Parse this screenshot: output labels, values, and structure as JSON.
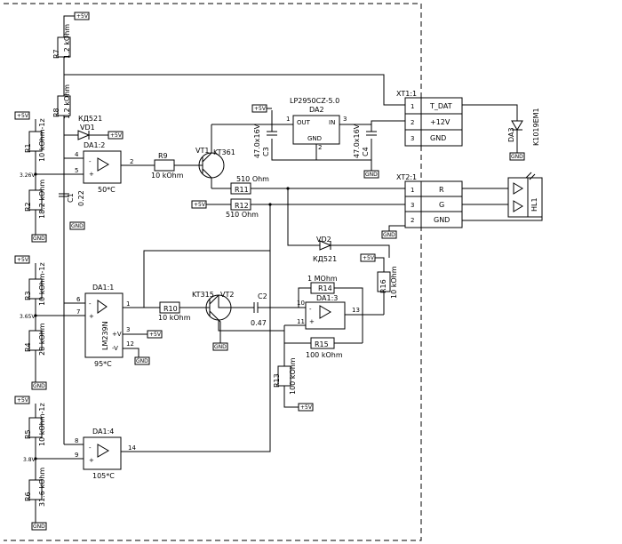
{
  "rails": {
    "p5v": "+5V",
    "gnd": "GND"
  },
  "resistors": {
    "r7": {
      "ref": "R7",
      "val": "1.2 kOhm"
    },
    "r8": {
      "ref": "R8",
      "val": "1.2 kOhm"
    },
    "r1": {
      "ref": "R1",
      "val": "10 kOhm-1z"
    },
    "r2": {
      "ref": "R2",
      "val": "18.2 kOhm"
    },
    "r3": {
      "ref": "R3",
      "val": "10 kOhm-1z"
    },
    "r4": {
      "ref": "R4",
      "val": "28 kOhm"
    },
    "r5": {
      "ref": "R5",
      "val": "10 kOhm-1z"
    },
    "r6": {
      "ref": "R6",
      "val": "31.6 kOhm"
    },
    "r9": {
      "ref": "R9",
      "val": "10 kOhm"
    },
    "r10": {
      "ref": "R10",
      "val": "10 kOhm"
    },
    "r11": {
      "ref": "R11",
      "val": "510 Ohm"
    },
    "r12": {
      "ref": "R12",
      "val": "510 Ohm"
    },
    "r13": {
      "ref": "R13",
      "val": "100 kOhm"
    },
    "r14": {
      "ref": "R14",
      "val": "1 MOhm"
    },
    "r15": {
      "ref": "R15",
      "val": "100 kOhm"
    },
    "r16": {
      "ref": "R16",
      "val": "10 kOhm"
    }
  },
  "caps": {
    "c1": {
      "ref": "C1",
      "val": "0.22"
    },
    "c2": {
      "ref": "C2",
      "val": "0.47"
    },
    "c3": {
      "ref": "C3",
      "val": "47.0x16V"
    },
    "c4": {
      "ref": "C4",
      "val": "47.0x16V"
    }
  },
  "diodes": {
    "vd1": {
      "ref": "VD1",
      "part": "КД521"
    },
    "vd2": {
      "ref": "VD2",
      "part": "КД521"
    },
    "da3": {
      "ref": "DA3",
      "part": "K1019EM1"
    },
    "hl1": {
      "ref": "HL1"
    }
  },
  "transistors": {
    "vt1": {
      "ref": "VT1",
      "part": "KT361"
    },
    "vt2": {
      "ref": "VT2",
      "part": "KT315"
    }
  },
  "comparators": {
    "da1_1": {
      "ref": "DA1:1",
      "part": "LM239N",
      "temp": "95*C"
    },
    "da1_2": {
      "ref": "DA1:2",
      "temp": "50*C"
    },
    "da1_3": {
      "ref": "DA1:3"
    },
    "da1_4": {
      "ref": "DA1:4",
      "temp": "105*C"
    }
  },
  "regulator": {
    "ref": "DA2",
    "part": "LP2950CZ-5.0",
    "out": "OUT",
    "in": "IN",
    "gnd": "GND"
  },
  "voltages": {
    "v1": "3.26V",
    "v2": "3.65V",
    "v3": "3.8V"
  },
  "connectors": {
    "xt1": {
      "ref": "XT1:1",
      "pins": [
        "1",
        "2",
        "3"
      ],
      "labels": [
        "T_DAT",
        "+12V",
        "GND"
      ]
    },
    "xt2": {
      "ref": "XT2:1",
      "pins": [
        "1",
        "3",
        "2"
      ],
      "labels": [
        "R",
        "G",
        "GND"
      ]
    }
  }
}
